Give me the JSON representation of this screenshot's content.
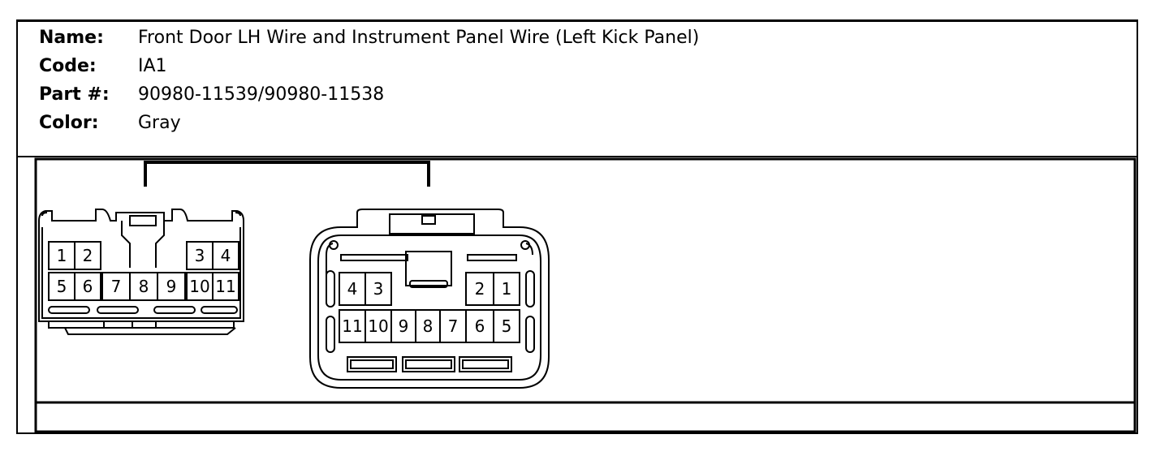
{
  "connector": {
    "name_label": "Name:",
    "name_value": "Front Door LH Wire and Instrument Panel Wire (Left Kick Panel)",
    "code_label": "Code:",
    "code_value": "IA1",
    "part_label": "Part #:",
    "part_value": "90980-11539/90980-11538",
    "color_label": "Color:",
    "color_value": "Gray"
  },
  "left_connector": {
    "pins": [
      "1",
      "2",
      "3",
      "4",
      "5",
      "6",
      "7",
      "8",
      "9",
      "10",
      "11"
    ]
  },
  "right_connector": {
    "pins": [
      "4",
      "3",
      "2",
      "1",
      "11",
      "10",
      "9",
      "8",
      "7",
      "6",
      "5"
    ]
  }
}
